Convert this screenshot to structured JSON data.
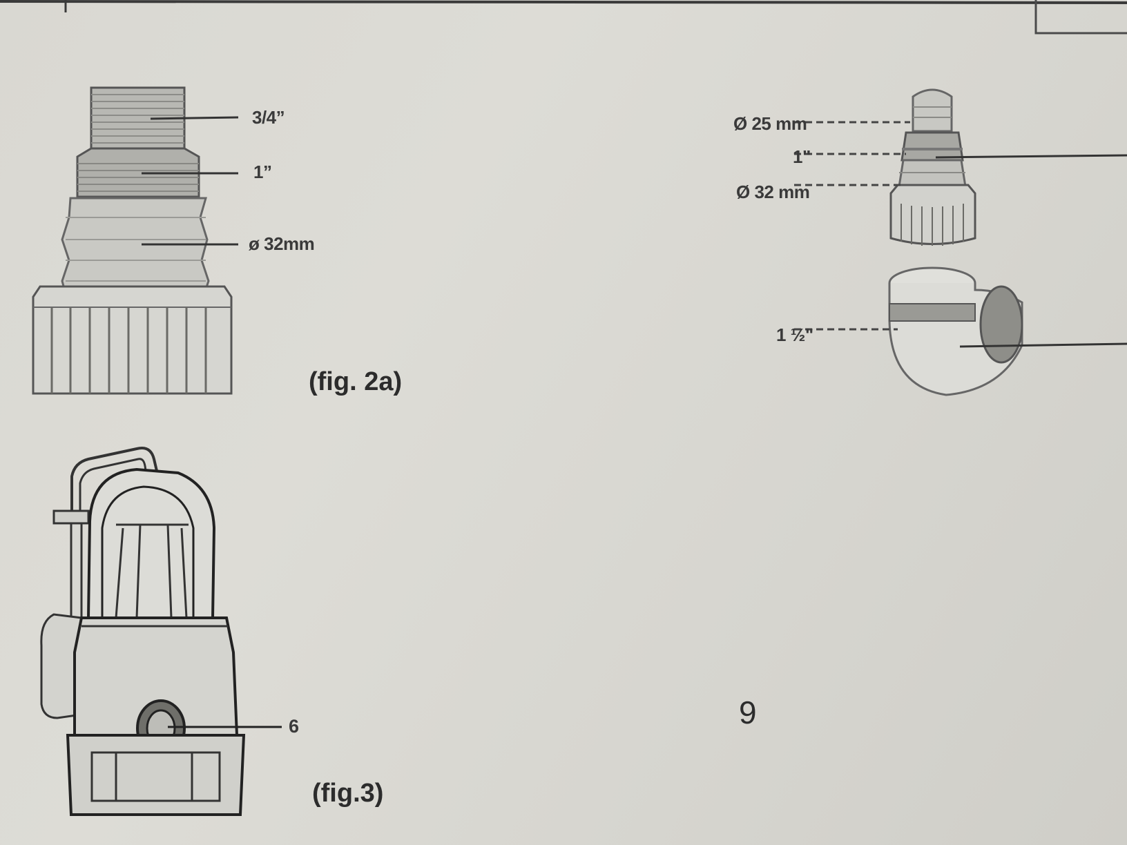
{
  "fig2a": {
    "labels": [
      "3/4”",
      "1”",
      "ø 32mm"
    ],
    "caption": "(fig. 2a)"
  },
  "fig2b": {
    "labels": [
      "Ø 25 mm",
      "1\"",
      "Ø 32 mm",
      "1 ½\""
    ]
  },
  "fig3": {
    "callout": "6",
    "caption": "(fig.3)"
  },
  "page_number": "9"
}
